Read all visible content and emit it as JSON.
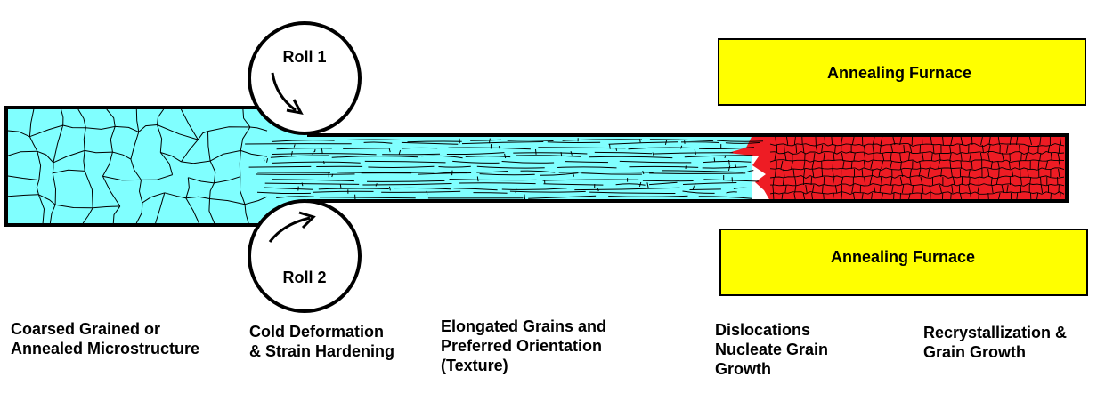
{
  "rolls": [
    {
      "label": "Roll 1"
    },
    {
      "label": "Roll 2"
    }
  ],
  "furnaces": [
    {
      "label": "Annealing Furnace"
    },
    {
      "label": "Annealing Furnace"
    }
  ],
  "captions": [
    {
      "text": "Coarsed Grained or\nAnnealed Microstructure"
    },
    {
      "text": "Cold Deformation\n& Strain Hardening"
    },
    {
      "text": "Elongated Grains and\nPreferred Orientation\n(Texture)"
    },
    {
      "text": "Dislocations\nNucleate Grain\nGrowth"
    },
    {
      "text": "Recrystallization &\nGrain Growth"
    }
  ],
  "colors": {
    "coarse_grain_fill": "#80ffff",
    "recrystallized_fill": "#ee1c24",
    "furnace_fill": "#ffff00",
    "outline": "#000000"
  }
}
